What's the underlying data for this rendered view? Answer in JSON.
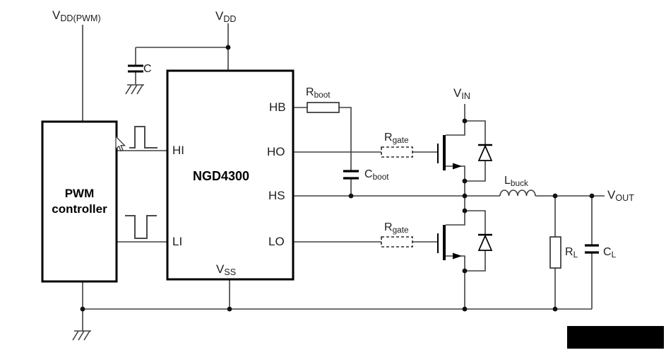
{
  "diagram": {
    "blocks": {
      "pwm_controller": {
        "line1": "PWM",
        "line2": "controller"
      },
      "gate_driver": {
        "name": "NGD4300"
      }
    },
    "pins": {
      "hi": "HI",
      "li": "LI",
      "hb": "HB",
      "ho": "HO",
      "hs": "HS",
      "lo": "LO",
      "vss": {
        "main": "V",
        "sub": "SS"
      }
    },
    "labels": {
      "vdd_pwm": {
        "main": "V",
        "sub": "DD(PWM)"
      },
      "vdd": {
        "main": "V",
        "sub": "DD"
      },
      "vdd_cap": "C",
      "rboot": {
        "main": "R",
        "sub": "boot"
      },
      "cboot": {
        "main": "C",
        "sub": "boot"
      },
      "rgate_high": {
        "main": "R",
        "sub": "gate"
      },
      "rgate_low": {
        "main": "R",
        "sub": "gate"
      },
      "vin": {
        "main": "V",
        "sub": "IN"
      },
      "lbuck": {
        "main": "L",
        "sub": "buck"
      },
      "vout": {
        "main": "V",
        "sub": "OUT"
      },
      "rl": {
        "main": "R",
        "sub": "L"
      },
      "cl": {
        "main": "C",
        "sub": "L"
      }
    },
    "colors": {
      "background": "#ffffff",
      "wire": "#404040",
      "component": "#000000",
      "waveform": "#4a4a4a",
      "redaction": "#000000"
    }
  }
}
